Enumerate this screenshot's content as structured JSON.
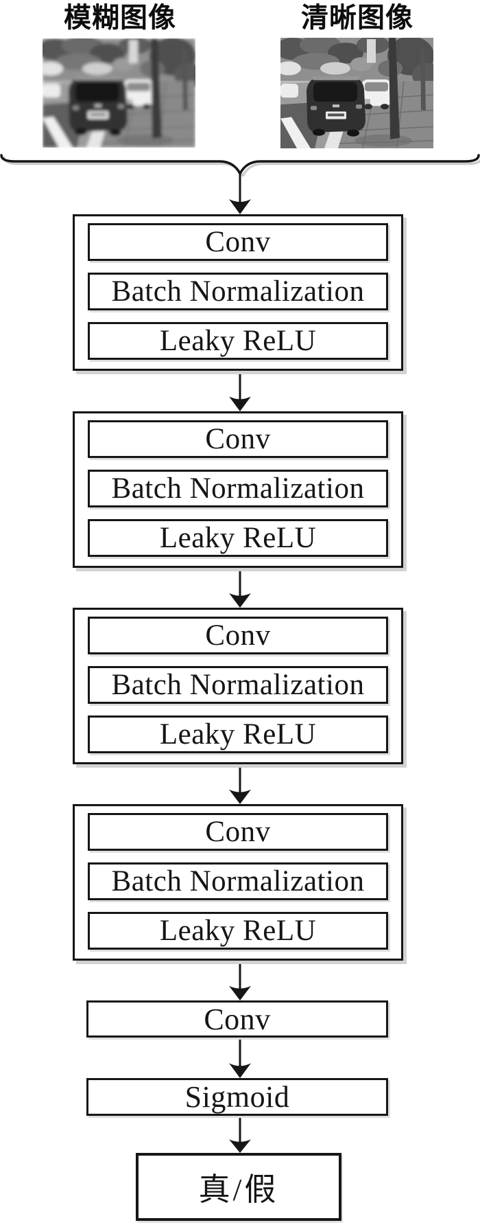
{
  "inputs": {
    "blurry_label": "模糊图像",
    "sharp_label": "清晰图像",
    "blurry_photo_desc": "blurred street photo with parked cars",
    "sharp_photo_desc": "sharp street photo with parked cars"
  },
  "network": {
    "conv_blocks": [
      {
        "layers": [
          "Conv",
          "Batch Normalization",
          "Leaky ReLU"
        ]
      },
      {
        "layers": [
          "Conv",
          "Batch Normalization",
          "Leaky ReLU"
        ]
      },
      {
        "layers": [
          "Conv",
          "Batch Normalization",
          "Leaky ReLU"
        ]
      },
      {
        "layers": [
          "Conv",
          "Batch Normalization",
          "Leaky ReLU"
        ]
      }
    ],
    "final_conv_label": "Conv",
    "sigmoid_label": "Sigmoid",
    "output_label": "真/假"
  },
  "colors": {
    "ink": "#161616",
    "box_shadow": "#d2d2d2",
    "background": "#ffffff"
  }
}
